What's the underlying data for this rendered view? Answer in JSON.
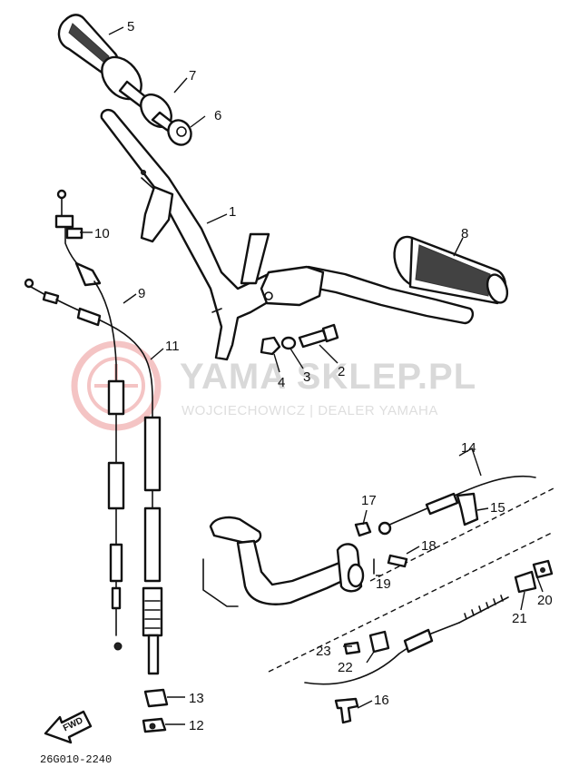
{
  "watermark": {
    "title": "YAMA SKLEP.PL",
    "subtitle": "WOJCIECHOWICZ | DEALER YAMAHA"
  },
  "direction_marker": "FWD",
  "diagram_code": "26G010-2240",
  "callouts": [
    "1",
    "2",
    "3",
    "4",
    "5",
    "6",
    "7",
    "8",
    "9",
    "10",
    "11",
    "12",
    "13",
    "14",
    "15",
    "16",
    "17",
    "18",
    "19",
    "20",
    "21",
    "22",
    "23"
  ]
}
